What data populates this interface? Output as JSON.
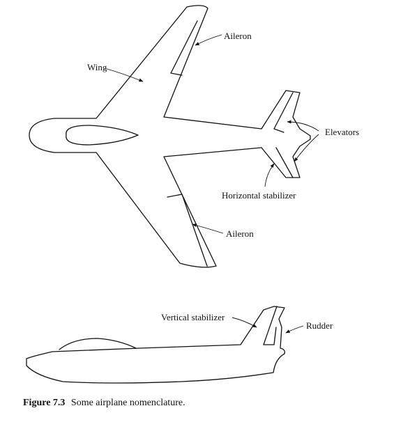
{
  "labels": {
    "aileron_top": "Aileron",
    "wing": "Wing",
    "elevators": "Elevators",
    "horizontal_stabilizer": "Horizontal stabilizer",
    "aileron_bottom": "Aileron",
    "vertical_stabilizer": "Vertical stabilizer",
    "rudder": "Rudder"
  },
  "caption": {
    "number": "Figure 7.3",
    "text": "Some airplane nomenclature."
  }
}
